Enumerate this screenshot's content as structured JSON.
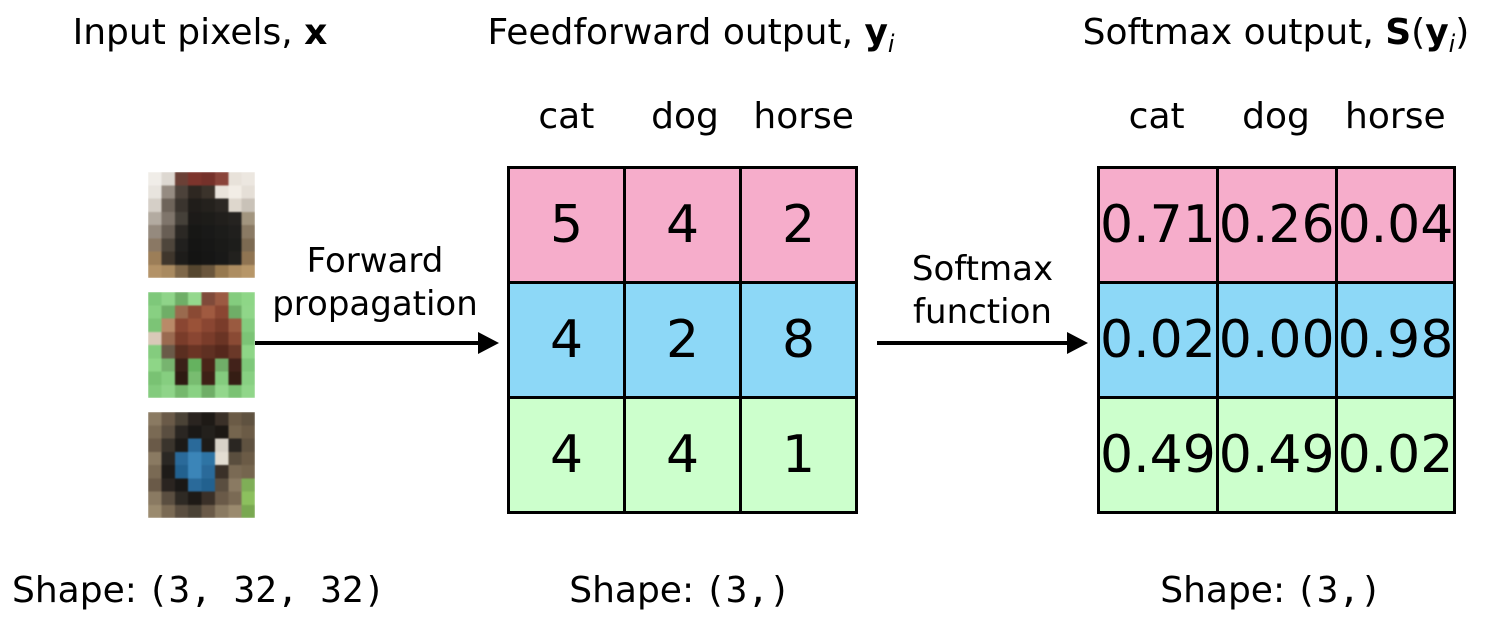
{
  "titles": {
    "left_prefix": "Input pixels, ",
    "left_math": "x",
    "middle_prefix": "Feedforward output, ",
    "middle_math": "y",
    "middle_sub": "i",
    "right_prefix": "Softmax output, ",
    "right_math_fn": "S",
    "right_paren_open": "(",
    "right_math": "y",
    "right_sub": "i",
    "right_paren_close": ")"
  },
  "class_headers": [
    "cat",
    "dog",
    "horse"
  ],
  "arrows": {
    "forward": {
      "line1": "Forward",
      "line2": "propagation"
    },
    "softmax": {
      "line1": "Softmax",
      "line2": "function"
    }
  },
  "row_colors": {
    "pink": "#f6adcb",
    "blue": "#8dd8f7",
    "green": "#ccffcc"
  },
  "feedforward_table": {
    "rows": [
      {
        "color": "#f6adcb",
        "values": [
          "5",
          "4",
          "2"
        ]
      },
      {
        "color": "#8dd8f7",
        "values": [
          "4",
          "2",
          "8"
        ]
      },
      {
        "color": "#ccffcc",
        "values": [
          "4",
          "4",
          "1"
        ]
      }
    ]
  },
  "softmax_table": {
    "rows": [
      {
        "color": "#f6adcb",
        "values": [
          "0.71",
          "0.26",
          "0.04"
        ]
      },
      {
        "color": "#8dd8f7",
        "values": [
          "0.02",
          "0.00",
          "0.98"
        ]
      },
      {
        "color": "#ccffcc",
        "values": [
          "0.49",
          "0.49",
          "0.02"
        ]
      }
    ]
  },
  "shapes": {
    "left_label": "Shape:",
    "left_value": "(3, 32, 32)",
    "middle_label": "Shape:",
    "middle_value": "(3,)",
    "right_label": "Shape:",
    "right_value": "(3,)"
  },
  "input_images": [
    {
      "name": "cat-photo",
      "alt": "cat",
      "pixels": [
        [
          "#f0ede8",
          "#ddd8d1",
          "#6b4036",
          "#7d342c",
          "#75312a",
          "#8a443a",
          "#e8e2da",
          "#ece7e0"
        ],
        [
          "#e8e4de",
          "#958b81",
          "#4c423a",
          "#2e2721",
          "#3b332b",
          "#e9e3db",
          "#f2ede6",
          "#e5dfd7"
        ],
        [
          "#d5cfc7",
          "#6e645a",
          "#3a342e",
          "#201d1a",
          "#24211d",
          "#2b2723",
          "#ded7cd",
          "#c9c2b8"
        ],
        [
          "#b3aba1",
          "#7f756b",
          "#454039",
          "#1c1a18",
          "#1d1c19",
          "#211f1c",
          "#252320",
          "#a2957f"
        ],
        [
          "#958a7e",
          "#685e54",
          "#2b2824",
          "#171715",
          "#191918",
          "#1c1c1a",
          "#201f1d",
          "#8a7a64"
        ],
        [
          "#8a7864",
          "#4e453b",
          "#21201e",
          "#151514",
          "#171716",
          "#1a1a18",
          "#1d1d1b",
          "#7c6a52"
        ],
        [
          "#9c7e58",
          "#3f362c",
          "#1d1c1a",
          "#141413",
          "#161615",
          "#191918",
          "#22211e",
          "#8f7452"
        ],
        [
          "#b39267",
          "#a98a60",
          "#7e6749",
          "#55462f",
          "#6a563c",
          "#97794f",
          "#ad8d61",
          "#b79668"
        ]
      ]
    },
    {
      "name": "horse-photo",
      "alt": "horse",
      "pixels": [
        [
          "#7ec87a",
          "#8fd489",
          "#6fae67",
          "#94d88d",
          "#7f4a3a",
          "#9b5a42",
          "#84cc7e",
          "#8ed687"
        ],
        [
          "#88d082",
          "#6fae67",
          "#9a6a4e",
          "#8a4a34",
          "#a05a40",
          "#8a4632",
          "#6fae67",
          "#90d689"
        ],
        [
          "#7cc476",
          "#b98a68",
          "#8a4632",
          "#9a5238",
          "#8a4632",
          "#7a3c2a",
          "#9a5a40",
          "#84cc7e"
        ],
        [
          "#d9c9b8",
          "#9a6a50",
          "#7a3c2a",
          "#8a4632",
          "#7a3c2a",
          "#6a3424",
          "#8a4a34",
          "#7cc476"
        ],
        [
          "#84cc7e",
          "#6a5a48",
          "#5a2e20",
          "#6a3424",
          "#5f3022",
          "#55281c",
          "#6a3828",
          "#8ed687"
        ],
        [
          "#8ed687",
          "#77b46f",
          "#3a2018",
          "#65b25f",
          "#4a2418",
          "#70ae68",
          "#42221a",
          "#7ec87a"
        ],
        [
          "#79c273",
          "#86ce80",
          "#2e1a12",
          "#78bc70",
          "#3e2016",
          "#84cc7e",
          "#351d14",
          "#88d082"
        ],
        [
          "#83cb7d",
          "#8fd489",
          "#75b86d",
          "#89d183",
          "#6fae67",
          "#93d78c",
          "#7ac273",
          "#90d689"
        ]
      ]
    },
    {
      "name": "dog-photo",
      "alt": "dog",
      "pixels": [
        [
          "#8a7a62",
          "#6a5a48",
          "#4a4236",
          "#2a2420",
          "#1e1a16",
          "#3a3028",
          "#6b5b46",
          "#5f5240"
        ],
        [
          "#7a6a54",
          "#5a4e40",
          "#2a2622",
          "#1a1816",
          "#23201c",
          "#1c1814",
          "#75654e",
          "#6b5b46"
        ],
        [
          "#6a5a48",
          "#3a342c",
          "#1c1a17",
          "#2a6a9a",
          "#1e1b18",
          "#d8d2c8",
          "#2a2622",
          "#5f5240"
        ],
        [
          "#8a7a62",
          "#2a2723",
          "#2a6a9a",
          "#3b85b8",
          "#2e74a4",
          "#e3ddd2",
          "#5a4e3e",
          "#6b5b46"
        ],
        [
          "#7a6a54",
          "#1e1b18",
          "#22618f",
          "#3b85b8",
          "#2a6a9a",
          "#3a3028",
          "#7a6a54",
          "#75654e"
        ],
        [
          "#6a5a48",
          "#2a2420",
          "#1a1816",
          "#2a6a9a",
          "#22618f",
          "#5a4e40",
          "#8a7a62",
          "#7fae57"
        ],
        [
          "#8a7a62",
          "#5a4e40",
          "#2e2a24",
          "#1e1a16",
          "#3a3028",
          "#6a5a48",
          "#7a6a54",
          "#8cc05e"
        ],
        [
          "#9a8a6e",
          "#7a6a54",
          "#5a4e40",
          "#4a4236",
          "#6a5a48",
          "#8a7a62",
          "#9a8a6e",
          "#79a851"
        ]
      ]
    }
  ]
}
